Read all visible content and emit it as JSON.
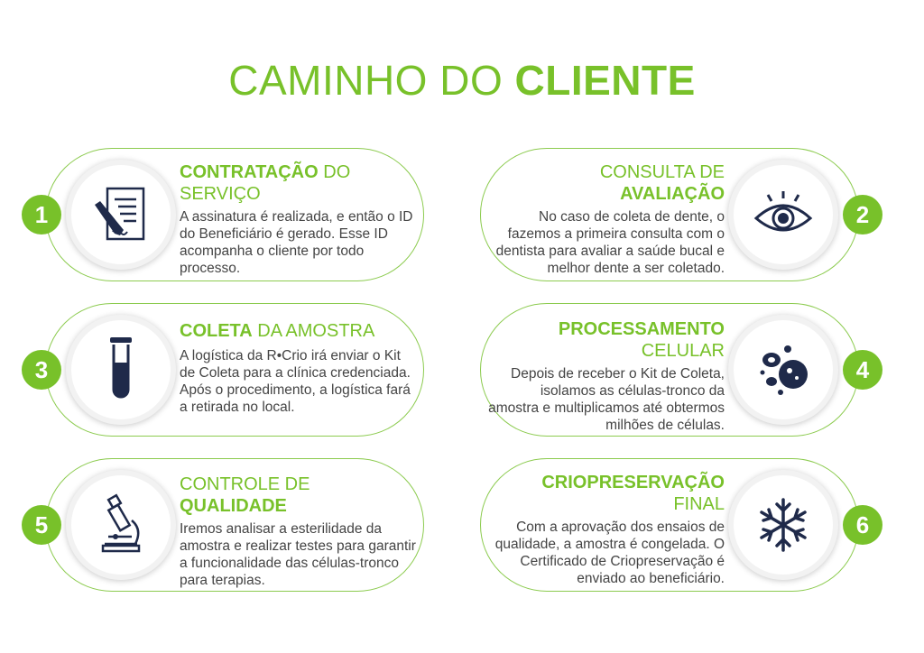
{
  "title": {
    "normal": "CAMINHO DO",
    "bold": "CLIENTE"
  },
  "steps": [
    {
      "number": "1",
      "title_bold": "CONTRATAÇÃO",
      "title_normal": "DO SERVIÇO",
      "description": "A assinatura é realizada, e então o ID do Beneficiário é gerado. Esse ID acompanha o cliente por todo processo.",
      "icon": "contract-signing-icon"
    },
    {
      "number": "2",
      "title_normal": "CONSULTA DE",
      "title_bold": "AVALIAÇÃO",
      "description": "No caso de coleta de dente, o fazemos a primeira consulta com o dentista para avaliar a saúde bucal e melhor dente a ser coletado.",
      "icon": "eye-icon"
    },
    {
      "number": "3",
      "title_bold": "COLETA",
      "title_normal": "DA AMOSTRA",
      "description": "A logística da R•Crio irá enviar o Kit de Coleta para a clínica credenciada. Após o procedimento, a logística fará a retirada no local.",
      "icon": "test-tube-icon"
    },
    {
      "number": "4",
      "title_bold": "PROCESSAMENTO",
      "title_normal": "CELULAR",
      "description": "Depois de receber o Kit de Coleta, isolamos as células-tronco da amostra e multiplicamos até obtermos milhões de células.",
      "icon": "cells-icon"
    },
    {
      "number": "5",
      "title_normal": "CONTROLE DE",
      "title_bold": "QUALIDADE",
      "description": "Iremos analisar a esterilidade da amostra e realizar testes para garantir a funcionalidade das células-tronco para terapias.",
      "icon": "microscope-icon"
    },
    {
      "number": "6",
      "title_bold": "CRIOPRESERVAÇÃO",
      "title_normal": "FINAL",
      "description": "Com a aprovação dos ensaios de qualidade, a amostra é congelada. O Certificado de Criopreservação é enviado ao beneficiário.",
      "icon": "snowflake-icon"
    }
  ],
  "colors": {
    "accent": "#78c12a",
    "icon": "#1f2a4a"
  }
}
